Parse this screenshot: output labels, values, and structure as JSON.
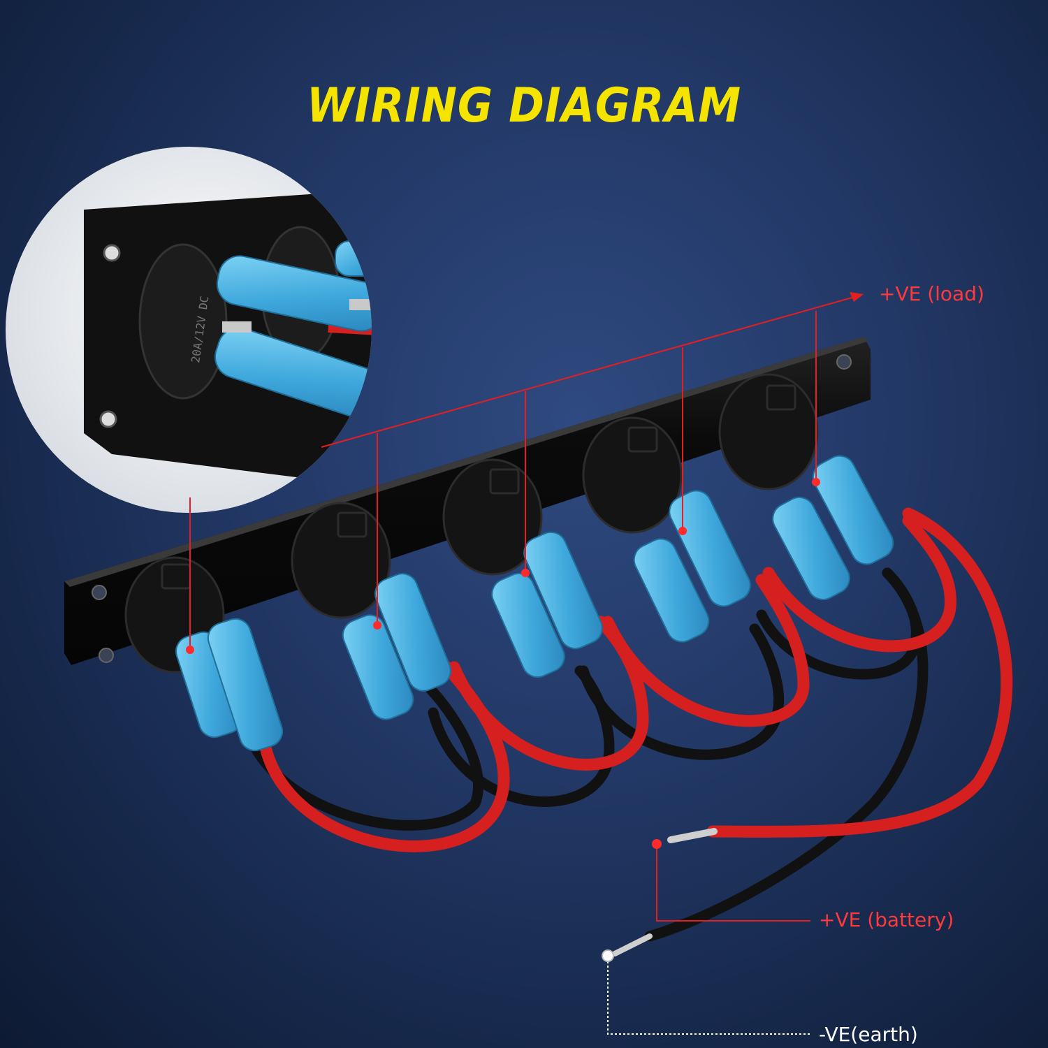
{
  "title": "WIRING DIAGRAM",
  "labels": {
    "load": "+VE (load)",
    "battery": "+VE (battery)",
    "earth": "-VE(earth)"
  },
  "inset_text": "20A/12V DC",
  "colors": {
    "title": "#f5e400",
    "label_positive": "#ff3a3a",
    "label_negative": "#ffffff",
    "positive_leader": "#e51f1f",
    "negative_leader": "#ffffff",
    "red_wire": "#d61f1f",
    "black_wire": "#111111",
    "connector": "#49b3e6",
    "panel": "#0d0d0d"
  },
  "switch_panel": {
    "switch_count": 5
  }
}
